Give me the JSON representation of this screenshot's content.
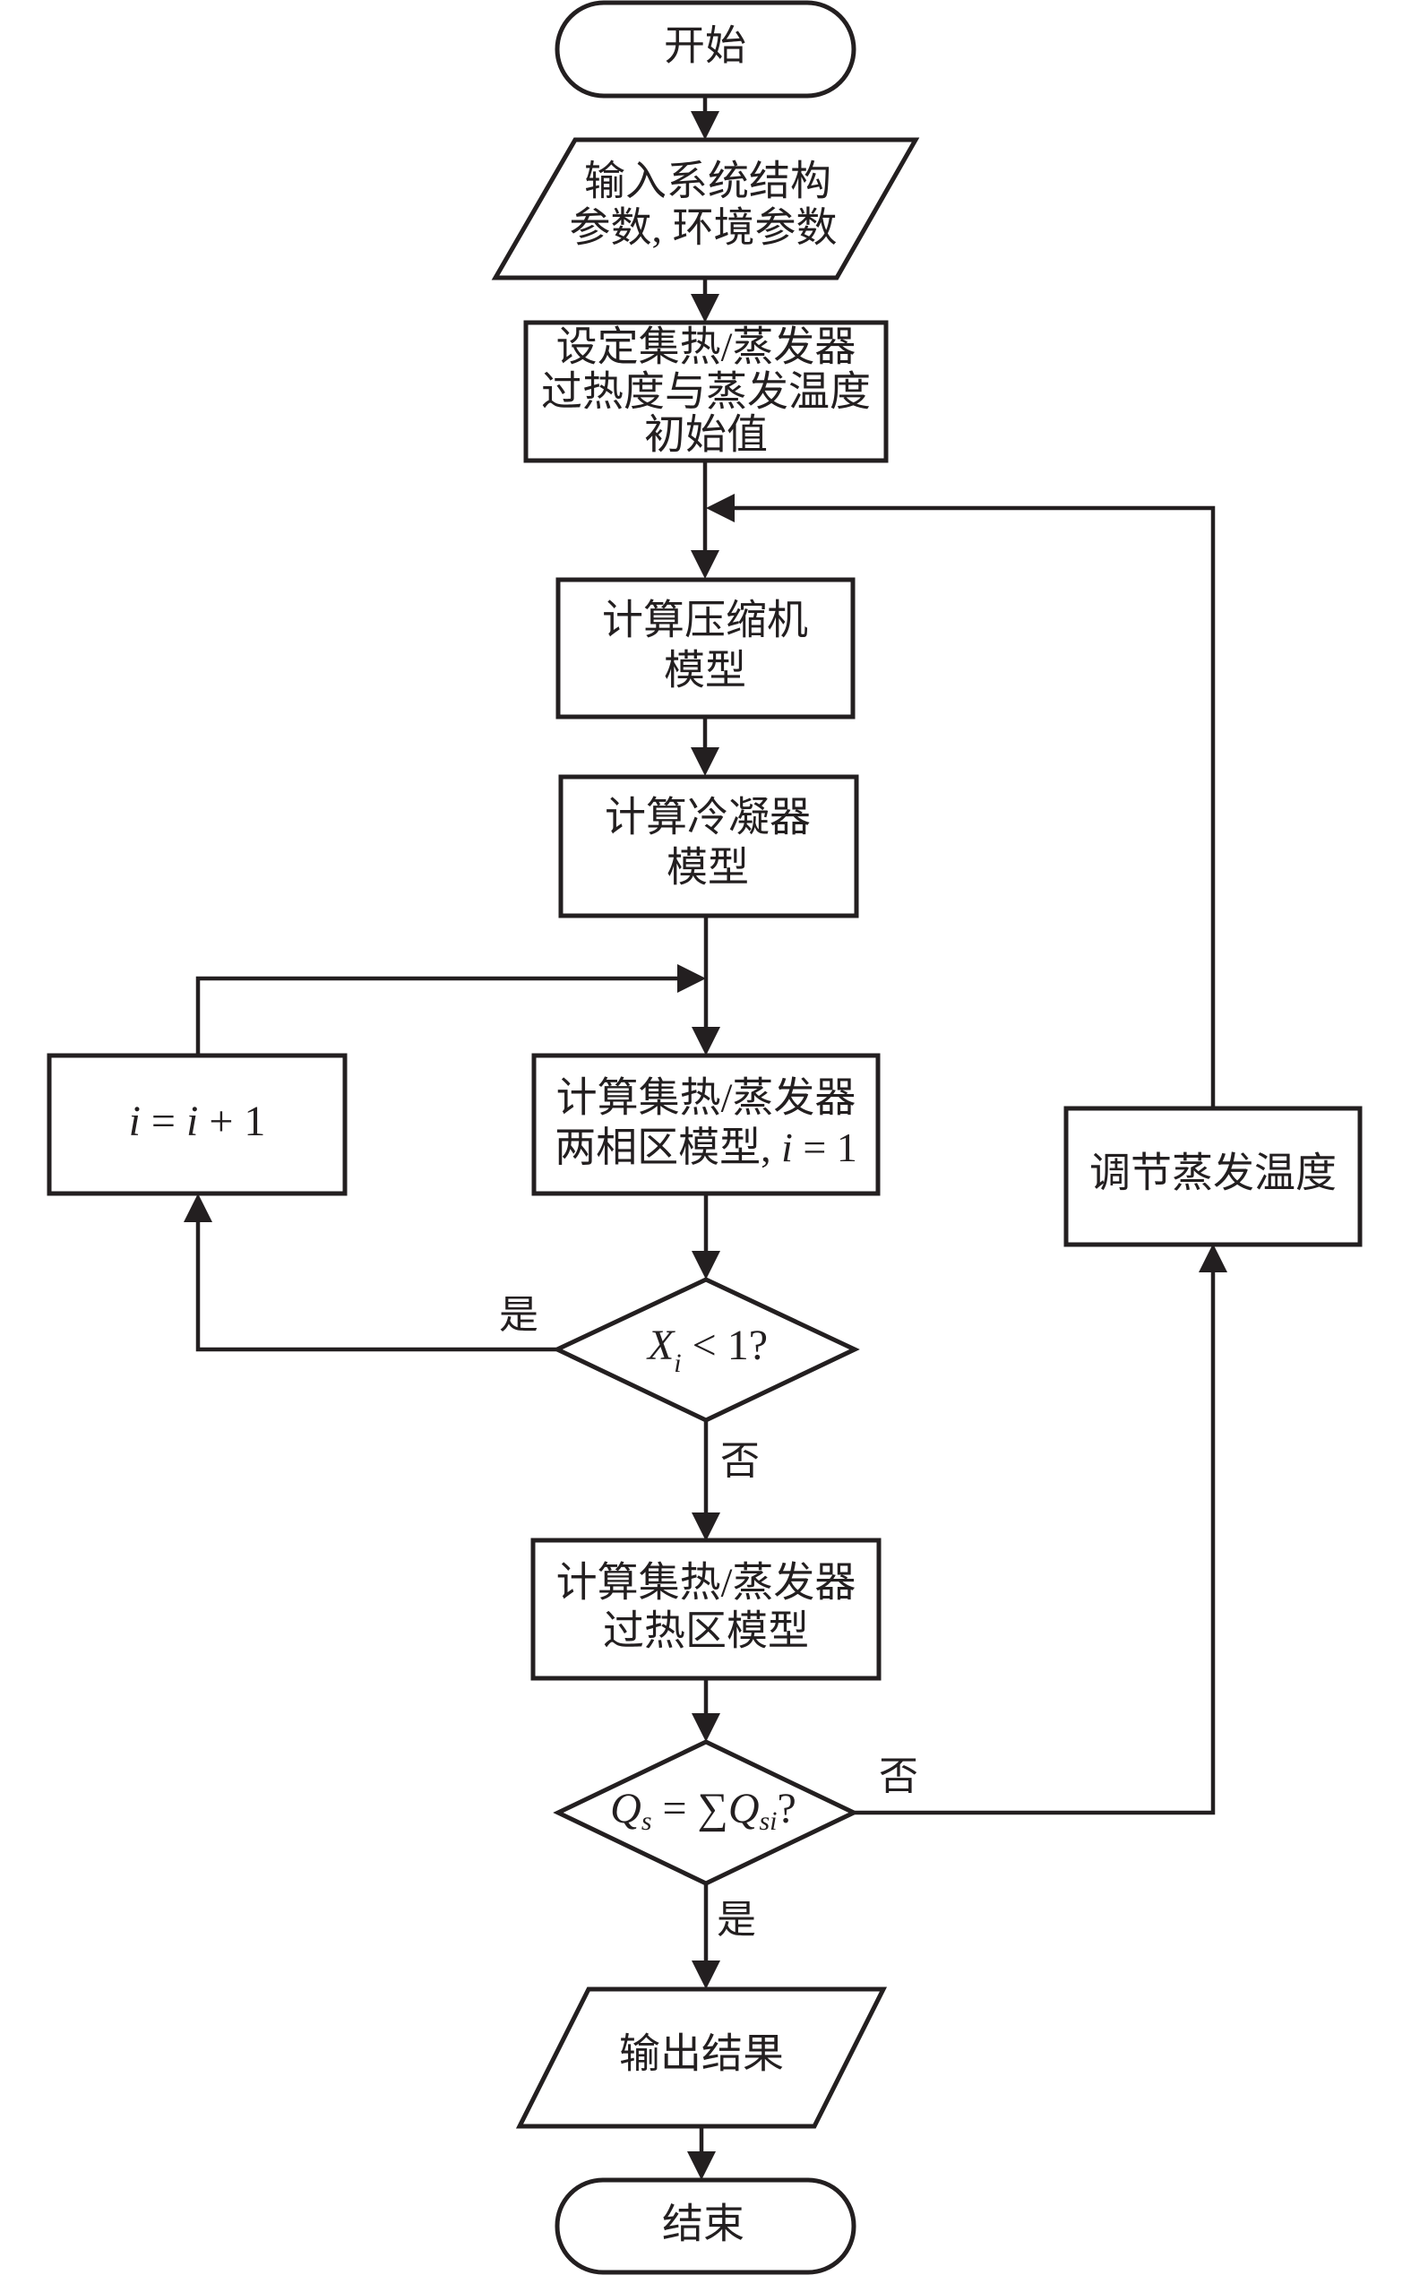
{
  "flowchart": {
    "colors": {
      "stroke": "#231f20",
      "fill": "#ffffff",
      "text": "#231f20"
    },
    "nodes": {
      "start": {
        "type": "terminator",
        "lines": [
          "开始"
        ]
      },
      "input": {
        "type": "io",
        "lines": [
          "输入系统结构",
          "参数, 环境参数"
        ]
      },
      "init": {
        "type": "process",
        "lines": [
          "设定集热/蒸发器",
          "过热度与蒸发温度",
          "初始值"
        ]
      },
      "compressor": {
        "type": "process",
        "lines": [
          "计算压缩机",
          "模型"
        ]
      },
      "condenser": {
        "type": "process",
        "lines": [
          "计算冷凝器",
          "模型"
        ]
      },
      "two_phase": {
        "type": "process",
        "lines": [
          "计算集热/蒸发器",
          "两相区模型, "
        ],
        "math_suffix": {
          "var": "i",
          "rest": " = 1"
        }
      },
      "increment": {
        "type": "process",
        "math": {
          "var1": "i",
          "op1": " = ",
          "var2": "i",
          "rest": " + 1"
        }
      },
      "decision_x": {
        "type": "decision",
        "math": {
          "var": "X",
          "sub": "i",
          "rest": " < 1?"
        }
      },
      "superheat": {
        "type": "process",
        "lines": [
          "计算集热/蒸发器",
          "过热区模型"
        ]
      },
      "decision_q": {
        "type": "decision",
        "math": {
          "var1": "Q",
          "sub1": "s",
          "mid": " = ∑",
          "var2": "Q",
          "sub2": "si",
          "rest": "?"
        }
      },
      "adjust": {
        "type": "process",
        "lines": [
          "调节蒸发温度"
        ]
      },
      "output": {
        "type": "io",
        "lines": [
          "输出结果"
        ]
      },
      "end": {
        "type": "terminator",
        "lines": [
          "结束"
        ]
      }
    },
    "edge_labels": {
      "x_yes": "是",
      "x_no": "否",
      "q_no": "否",
      "q_yes": "是"
    },
    "edges": [
      {
        "from": "start",
        "to": "input"
      },
      {
        "from": "input",
        "to": "init"
      },
      {
        "from": "init",
        "to": "compressor"
      },
      {
        "from": "compressor",
        "to": "condenser"
      },
      {
        "from": "condenser",
        "to": "two_phase"
      },
      {
        "from": "two_phase",
        "to": "decision_x"
      },
      {
        "from": "decision_x",
        "to": "increment",
        "label": "是"
      },
      {
        "from": "increment",
        "to": "two_phase"
      },
      {
        "from": "decision_x",
        "to": "superheat",
        "label": "否"
      },
      {
        "from": "superheat",
        "to": "decision_q"
      },
      {
        "from": "decision_q",
        "to": "adjust",
        "label": "否"
      },
      {
        "from": "adjust",
        "to": "compressor"
      },
      {
        "from": "decision_q",
        "to": "output",
        "label": "是"
      },
      {
        "from": "output",
        "to": "end"
      }
    ]
  }
}
